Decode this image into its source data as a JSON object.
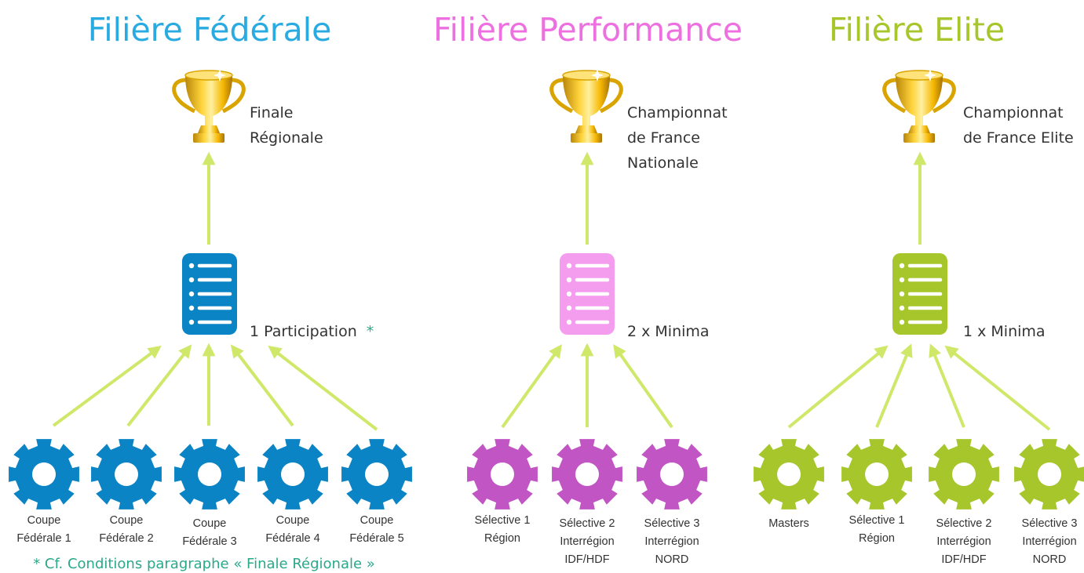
{
  "colors": {
    "arrow": "#cfe86a",
    "star": "#2aa88a"
  },
  "columns": [
    {
      "title": "Filière Fédérale",
      "color": "#29abe2",
      "icon_color": "#0a84c4",
      "trophy_label": [
        "Finale",
        "Régionale"
      ],
      "requirement": "1 Participation",
      "requirement_mark": "*",
      "gears": [
        {
          "label": [
            "Coupe",
            "Fédérale 1"
          ]
        },
        {
          "label": [
            "Coupe",
            "Fédérale 2"
          ]
        },
        {
          "label": [
            "Coupe",
            "Fédérale 3"
          ]
        },
        {
          "label": [
            "Coupe",
            "Fédérale 4"
          ]
        },
        {
          "label": [
            "Coupe",
            "Fédérale 5"
          ]
        }
      ]
    },
    {
      "title": "Filière Performance",
      "color": "#ee6fe0",
      "icon_color": "#f49cee",
      "gear_color": "#c155c4",
      "trophy_label": [
        "Championnat",
        "de France",
        "Nationale"
      ],
      "requirement": "2 x Minima",
      "gears": [
        {
          "label": [
            "Sélective 1",
            "Région"
          ]
        },
        {
          "label": [
            "Sélective 2",
            "Interrégion",
            "IDF/HDF"
          ]
        },
        {
          "label": [
            "Sélective 3",
            "Interrégion",
            "NORD"
          ]
        }
      ]
    },
    {
      "title": "Filière Elite",
      "color": "#a6c62c",
      "icon_color": "#a6c62c",
      "trophy_label": [
        "Championnat",
        "de France Elite"
      ],
      "requirement": "1 x Minima",
      "gears": [
        {
          "label": [
            "Masters"
          ]
        },
        {
          "label": [
            "Sélective 1",
            "Région"
          ]
        },
        {
          "label": [
            "Sélective 2",
            "Interrégion",
            "IDF/HDF"
          ]
        },
        {
          "label": [
            "Sélective 3",
            "Interrégion",
            "NORD"
          ]
        }
      ]
    }
  ],
  "footnote": "* Cf. Conditions paragraphe « Finale Régionale »"
}
